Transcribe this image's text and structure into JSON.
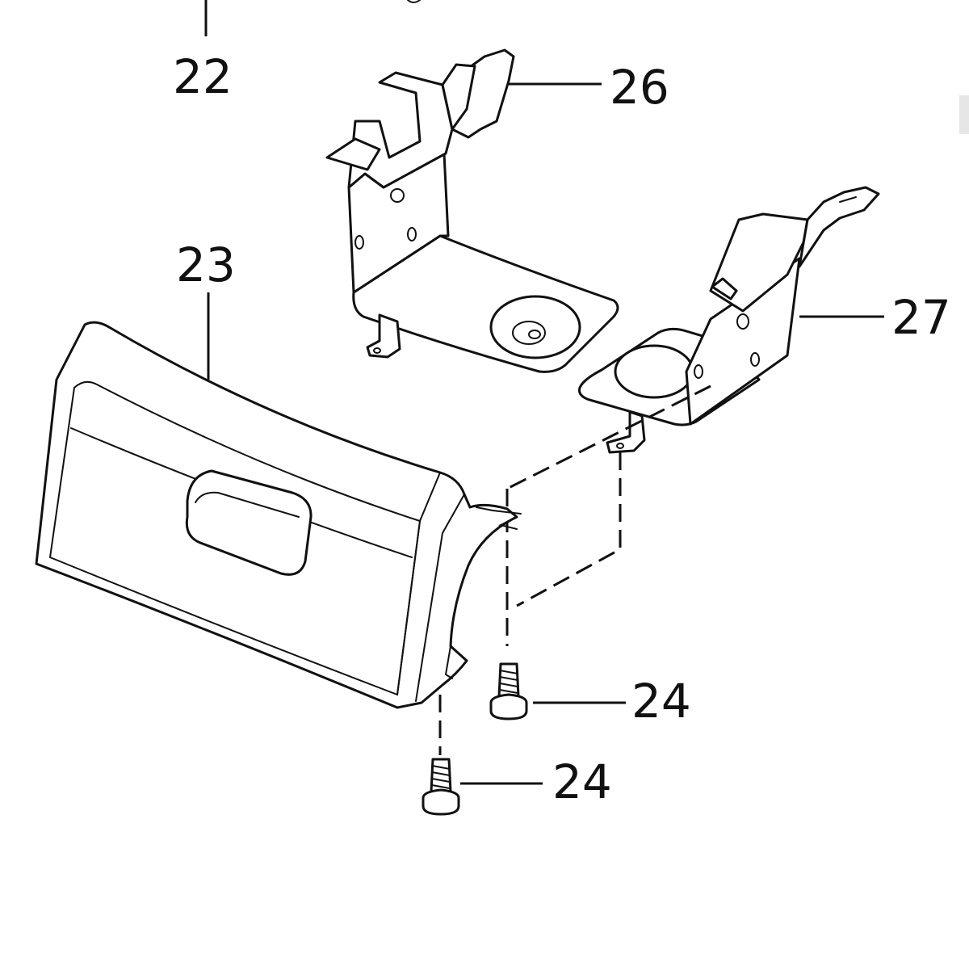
{
  "diagram": {
    "callouts": [
      {
        "id": "c22",
        "label": "22"
      },
      {
        "id": "c26",
        "label": "26"
      },
      {
        "id": "c23",
        "label": "23"
      },
      {
        "id": "c27",
        "label": "27"
      },
      {
        "id": "c24a",
        "label": "24"
      },
      {
        "id": "c24b",
        "label": "24"
      }
    ],
    "colors": {
      "ink": "#111111",
      "paper": "#ffffff"
    }
  }
}
